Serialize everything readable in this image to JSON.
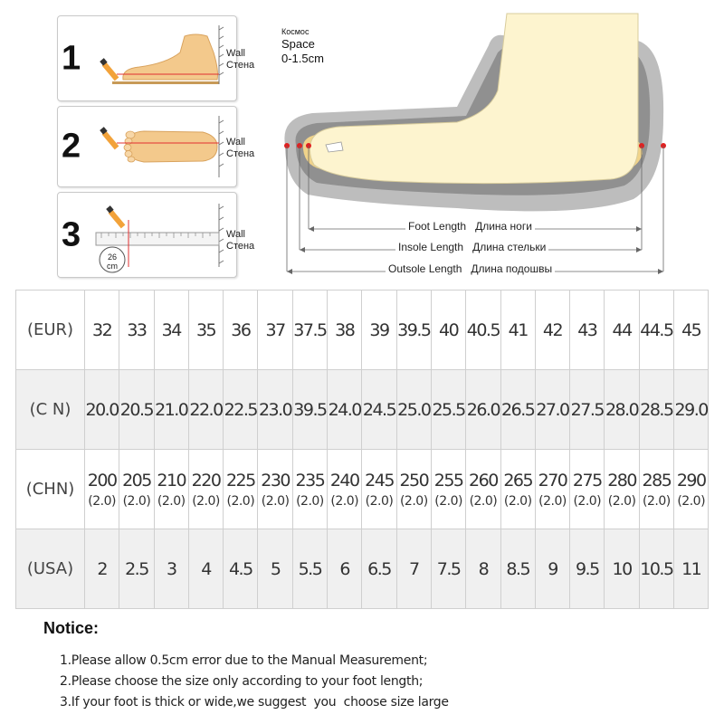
{
  "steps": [
    {
      "number": "1",
      "wall_en": "Wall",
      "wall_ru": "Стена"
    },
    {
      "number": "2",
      "wall_en": "Wall",
      "wall_ru": "Стена"
    },
    {
      "number": "3",
      "wall_en": "Wall",
      "wall_ru": "Стена",
      "ruler_reading": "26 cm"
    }
  ],
  "diagram": {
    "space_ru": "Космос",
    "space_en": "Space",
    "space_range": "0-1.5cm",
    "foot_length": "Foot Length",
    "foot_length_ru": "Длина ноги",
    "insole_length": "Insole Length",
    "insole_length_ru": "Длина стельки",
    "outsole_length": "Outsole Length",
    "outsole_length_ru": "Длина подошвы"
  },
  "table": {
    "rows": [
      {
        "label": "(EUR)",
        "values": [
          "32",
          "33",
          "34",
          "35",
          "36",
          "37",
          "37.5",
          "38",
          "39",
          "39.5",
          "40",
          "40.5",
          "41",
          "42",
          "43",
          "44",
          "44.5",
          "45"
        ]
      },
      {
        "label": "(C N)",
        "values": [
          "20.0",
          "20.5",
          "21.0",
          "22.0",
          "22.5",
          "23.0",
          "39.5",
          "24.0",
          "24.5",
          "25.0",
          "25.5",
          "26.0",
          "26.5",
          "27.0",
          "27.5",
          "28.0",
          "28.5",
          "29.0"
        ]
      },
      {
        "label": "(CHN)",
        "values": [
          "200",
          "205",
          "210",
          "220",
          "225",
          "230",
          "235",
          "240",
          "245",
          "250",
          "255",
          "260",
          "265",
          "270",
          "275",
          "280",
          "285",
          "290"
        ],
        "sub": "(2.0)"
      },
      {
        "label": "(USA)",
        "values": [
          "2",
          "2.5",
          "3",
          "4",
          "4.5",
          "5",
          "5.5",
          "6",
          "6.5",
          "7",
          "7.5",
          "8",
          "8.5",
          "9",
          "9.5",
          "10",
          "10.5",
          "11"
        ]
      }
    ]
  },
  "notice": {
    "title": "Notice:",
    "lines": [
      "1.Please allow 0.5cm error due to the Manual Measurement;",
      "2.Please choose the size only according to your foot length;",
      "3.If your foot is thick or wide,we suggest  you  choose size large"
    ]
  }
}
